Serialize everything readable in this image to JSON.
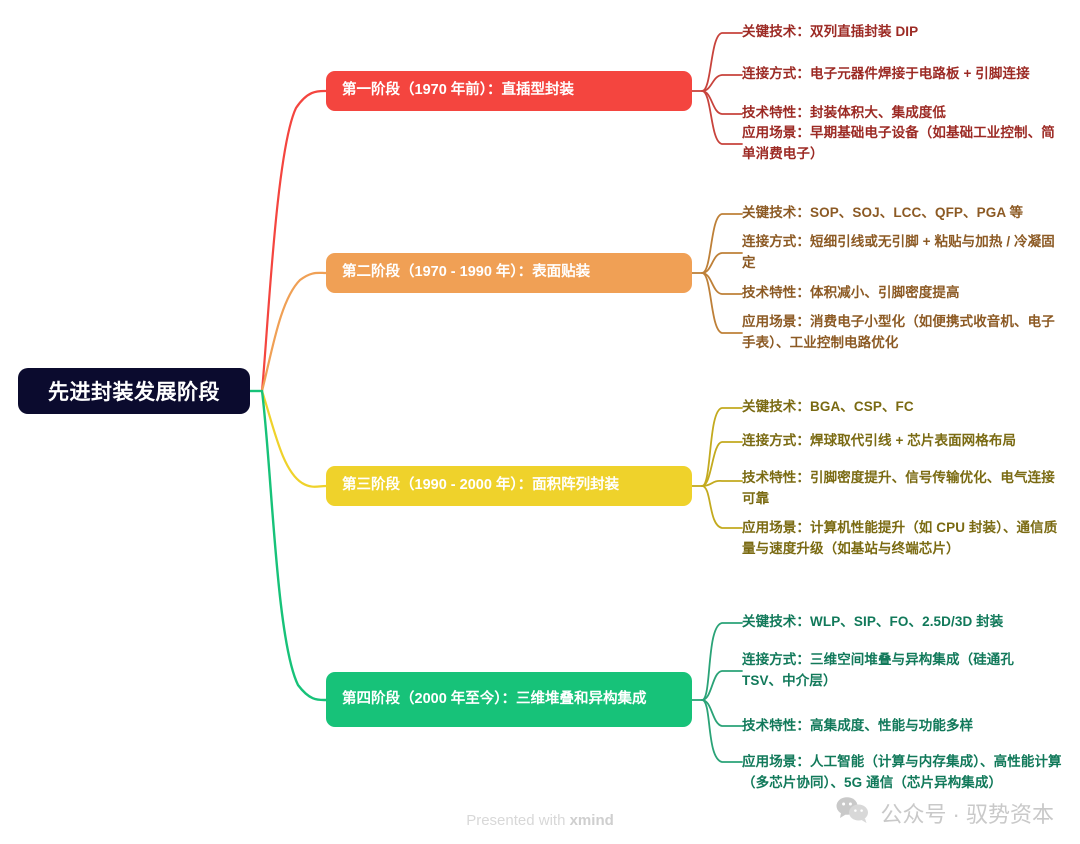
{
  "document": {
    "type": "mindmap",
    "title": "先进封装发展阶段"
  },
  "root": {
    "label": "先进封装发展阶段",
    "color": "#0B0B2E",
    "text_color": "#FFFFFF"
  },
  "branches": [
    {
      "id": "stage-1",
      "label": "第一阶段（1970 年前）：直插型封装",
      "color": "#F4453F",
      "text_color": "#FFFFFF",
      "leaf_text_color": "#9C2A24",
      "leaves": [
        {
          "key": "关键技术：",
          "value": "双列直插封装 DIP"
        },
        {
          "key": "连接方式：",
          "value": "电子元器件焊接于电路板 + 引脚连接"
        },
        {
          "key": "技术特性：",
          "value": "封装体积大、集成度低"
        },
        {
          "key": "应用场景：",
          "value": "早期基础电子设备（如基础工业控制、简单消费电子）"
        }
      ]
    },
    {
      "id": "stage-2",
      "label": "第二阶段（1970 - 1990 年）：表面贴装",
      "color": "#F0A055",
      "text_color": "#FFFFFF",
      "leaf_text_color": "#8C5A24",
      "leaves": [
        {
          "key": "关键技术：",
          "value": "SOP、SOJ、LCC、QFP、PGA 等"
        },
        {
          "key": "连接方式：",
          "value": "短细引线或无引脚 + 粘贴与加热 / 冷凝固定"
        },
        {
          "key": "技术特性：",
          "value": "体积减小、引脚密度提高"
        },
        {
          "key": "应用场景：",
          "value": "消费电子小型化（如便携式收音机、电子手表）、工业控制电路优化"
        }
      ]
    },
    {
      "id": "stage-3",
      "label": "第三阶段（1990 - 2000 年）：面积阵列封装",
      "color": "#EFD22B",
      "text_color": "#FFFFFF",
      "leaf_text_color": "#7A6A12",
      "leaves": [
        {
          "key": "关键技术：",
          "value": "BGA、CSP、FC"
        },
        {
          "key": "连接方式：",
          "value": "焊球取代引线 + 芯片表面网格布局"
        },
        {
          "key": "技术特性：",
          "value": "引脚密度提升、信号传输优化、电气连接可靠"
        },
        {
          "key": "应用场景：",
          "value": "计算机性能提升（如 CPU 封装）、通信质量与速度升级（如基站与终端芯片）"
        }
      ]
    },
    {
      "id": "stage-4",
      "label": "第四阶段（2000 年至今）：三维堆叠和异构集成",
      "color": "#17C279",
      "text_color": "#FFFFFF",
      "leaf_text_color": "#11795A",
      "leaves": [
        {
          "key": "关键技术：",
          "value": "WLP、SIP、FO、2.5D/3D 封装"
        },
        {
          "key": "连接方式：",
          "value": "三维空间堆叠与异构集成（硅通孔 TSV、中介层）"
        },
        {
          "key": "技术特性：",
          "value": "高集成度、性能与功能多样"
        },
        {
          "key": "应用场景：",
          "value": "人工智能（计算与内存集成）、高性能计算（多芯片协同）、5G 通信（芯片异构集成）"
        }
      ]
    }
  ],
  "footer": {
    "credit_prefix": "Presented with ",
    "brand": "xmind"
  },
  "watermark": {
    "icon": "wechat-icon",
    "text": "公众号 · 驭势资本"
  }
}
